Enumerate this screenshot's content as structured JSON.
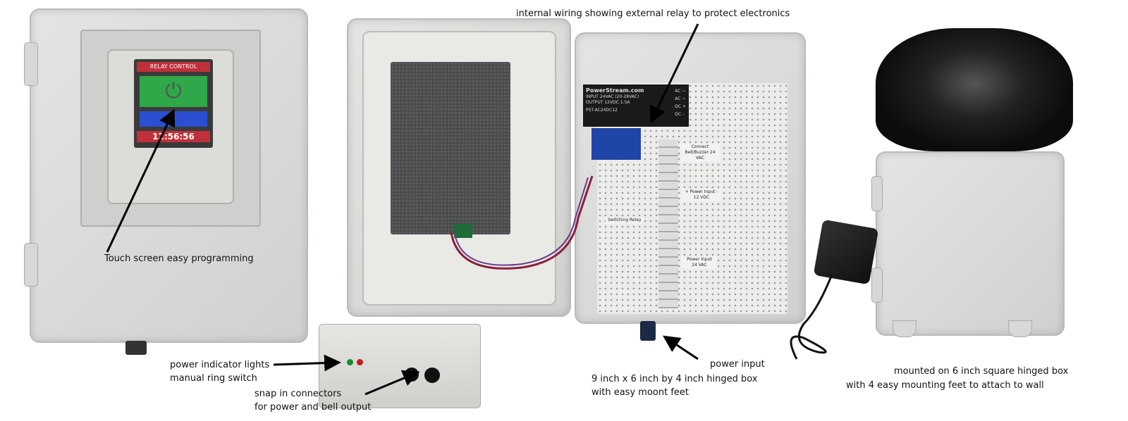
{
  "captions": {
    "touch_screen": "Touch screen easy programming",
    "internal_wiring": "internal wiring showing external relay to protect electronics",
    "power_lights": "power indicator lights",
    "ring_switch": "manual ring switch",
    "snap_connectors": "snap in connectors",
    "bell_output": "for power and bell output",
    "power_input": "power input",
    "box_size": "9 inch x 6 inch by 4 inch hinged box",
    "box_feet": "with easy moont feet",
    "mounted": "mounted on 6 inch square hinged box",
    "mount_feet": "with 4 easy mounting feet to attach to wall"
  },
  "screen": {
    "title": "RELAY CONTROL",
    "time": "12:56:56"
  },
  "power_supply": {
    "brand": "PowerStream.com",
    "input": "INPUT 24VAC (20-28VAC)",
    "output": "OUTPUT 12VDC 1.5A",
    "model": "PST-AC24DC12",
    "pins": [
      "AC ~",
      "AC ~",
      "DC +",
      "DC -"
    ]
  },
  "board_labels": {
    "bell": "Connect Bell/Buzzer 24 VAC",
    "dc_input": "+ Power Input - 12 VDC",
    "ac_input": "Power Input 24 VAC",
    "relay": "Switching Relay"
  },
  "colors": {
    "screen_green": "#2fa84a",
    "screen_blue": "#2b4fd0",
    "screen_red": "#c0303a",
    "arrow": "#000000"
  }
}
